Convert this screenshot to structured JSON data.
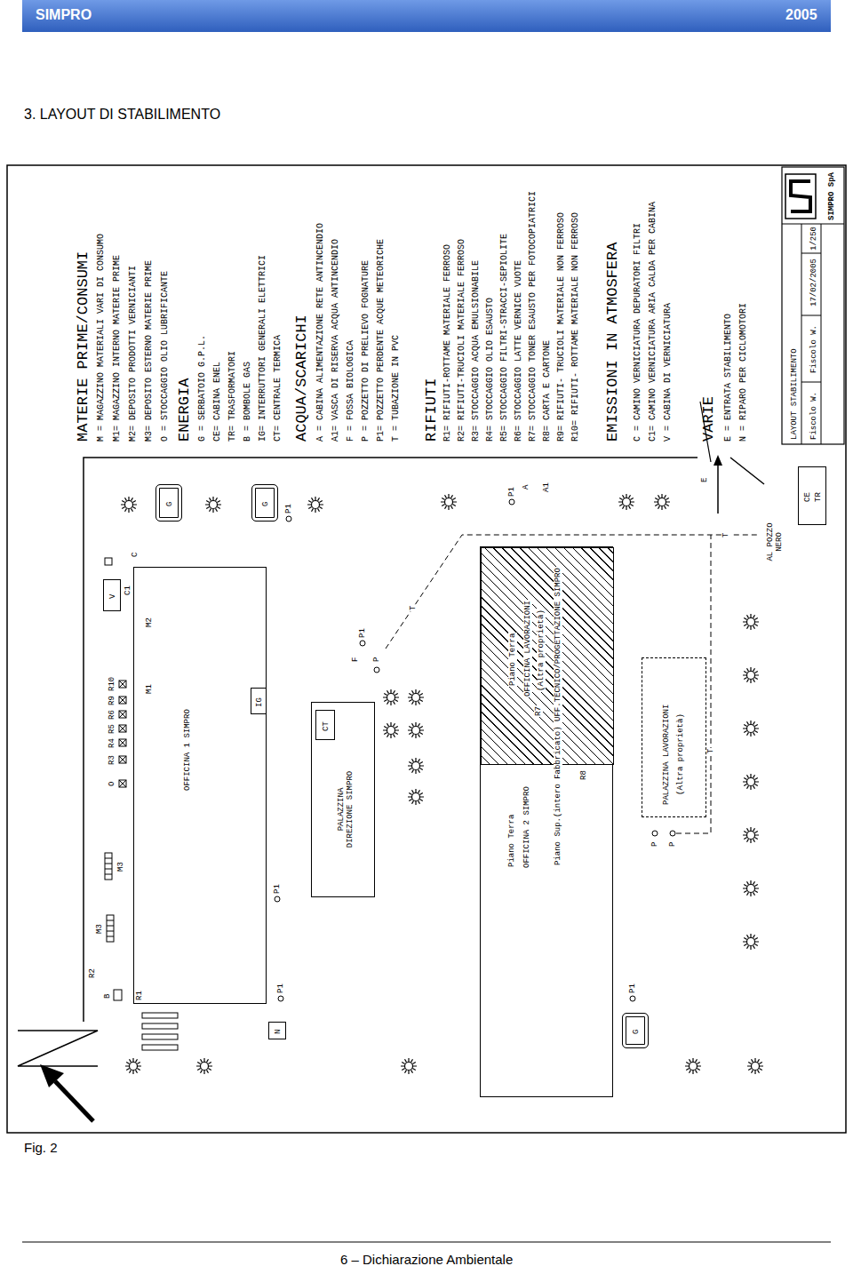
{
  "diagram": {
    "title": "3. LAYOUT DI STABILIMENTO",
    "caption": "Fig. 2",
    "nodes": [
      {
        "text": [
          "OFFICINA 1 SIMPRO"
        ]
      },
      {
        "text": [
          "IG"
        ],
        "in": 0
      },
      {
        "text": [
          "PALAZZINA DIREZIONE SIMPRO"
        ]
      },
      {
        "text": [
          "CT"
        ],
        "in": 2
      },
      {
        "text": [
          "Piano Sup.(intero Fabbricato) UFF.TECNICO/PROGETTAZIONE SIMPRO"
        ]
      },
      {
        "text": [
          "Piano Terra",
          "OFFICINA LAVORAZIONI",
          "(Altra proprietà)"
        ],
        "in": 4
      },
      {
        "text": [
          "Piano Terra",
          "OFFICINA 2 SIMPRO"
        ],
        "in": 4
      },
      {
        "text": [
          "PALAZZINA LAVORAZIONI",
          "(Altra proprietà)"
        ]
      },
      {
        "text": [
          "G"
        ]
      },
      {
        "text": [
          "G"
        ]
      },
      {
        "text": [
          "G"
        ]
      },
      {
        "text": [
          "V"
        ]
      },
      {
        "text": [
          "N"
        ]
      },
      {
        "text": [
          "CE",
          "TR"
        ]
      }
    ],
    "labels": [
      "SIMPRO",
      "2005",
      "6 – Dichiarazione Ambientale",
      "MATERIE PRIME/CONSUMI",
      "M = MAGAZZINO MATERIALI VARI DI CONSUMO",
      "M1= MAGAZZINO INTERNO MATERIE PRIME",
      "M2= DEPOSITO PRODOTTI VERNICIANTI",
      "M3= DEPOSITO ESTERNO MATERIE PRIME",
      "O = STOCCAGGIO OLIO LUBRIFICANTE",
      "ENERGIA",
      "G = SERBATOIO G.P.L.",
      "CE= CABINA ENEL",
      "TR= TRASFORMATORI",
      "B = BOMBOLE GAS",
      "IG= INTERRUTTORI GENERALI ELETTRICI",
      "CT= CENTRALE TERMICA",
      "ACQUA/SCARICHI",
      "A = CABINA ALIMENTAZIONE RETE ANTINCENDIO",
      "A1= VASCA DI RISERVA ACQUA ANTINCENDIO",
      "F = FOSSA BIOLOGICA",
      "P = POZZETTO DI PRELIEVO FOGNATURE",
      "P1= POZZETTO PERDENTE ACQUE METEORICHE",
      "T = TUBAZIONE IN PVC",
      "RIFIUTI",
      "R1= RIFIUTI-ROTTAME MATERIALE FERROSO",
      "R2= RIFIUTI-TRUCIOLI MATERIALE FERROSO",
      "R3= STOCCAGGIO ACQUA EMULSIONABILE",
      "R4= STOCCAGGIO OLIO ESAUSTO",
      "R5= STOCCAGGIO FILTRI-STRACCI-SEPIOLITE",
      "R6= STOCCAGGIO LATTE VERNICE VUOTE",
      "R7= STOCCAGGIO TONER ESAUSTO PER FOTOCOPIATRICI",
      "R8= CARTA E CARTONE",
      "R9= RIFIUTI- TRUCIOLI MATERIALE NON FERROSO",
      "R10= RIFIUTI- ROTTAME MATERIALE NON FERROSO",
      "EMISSIONI IN ATMOSFERA",
      "C = CAMINO VERNICIATURA DEPURATORI FILTRI",
      "C1= CAMINO VERNICIATURA ARIA CALDA PER CABINA",
      "V = CABINA DI VERNICIATURA",
      "VARIE",
      "E = ENTRATA STABILIMENTO",
      "N = RIPARO PER CICLOMOTORI",
      "LAYOUT STABILIMENTO",
      "Fiscolo W.",
      "Fiscolo W.",
      "17/02/2005",
      "1/250",
      "SIMPRO SpA",
      "B",
      "R2",
      "R1",
      "M3",
      "M3",
      "O",
      "R3",
      "R4",
      "R5",
      "R6",
      "R9",
      "R10",
      "M1",
      "M2",
      "C1",
      "C",
      "P1",
      "P1",
      "P1",
      "P1",
      "P1",
      "P1",
      "F",
      "P",
      "P",
      "P",
      "T",
      "T",
      "T",
      "AL POZZO NERO",
      "A",
      "A1",
      "E",
      "R7",
      "R8"
    ]
  }
}
